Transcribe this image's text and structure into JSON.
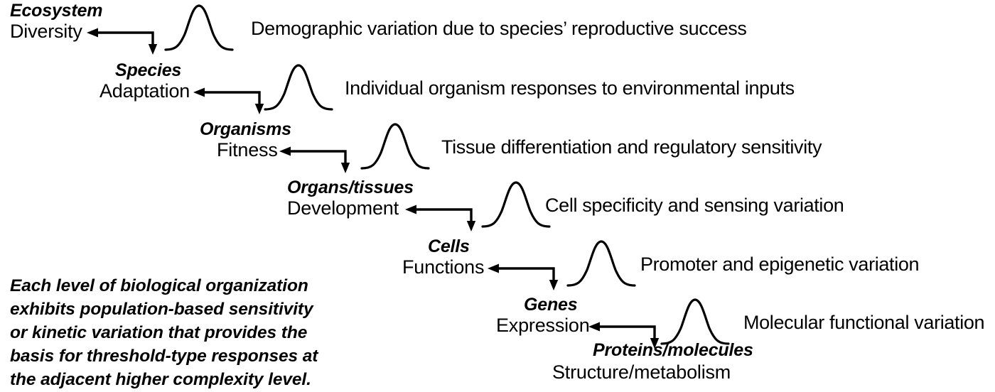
{
  "diagram": {
    "type": "cascade-hierarchy",
    "title": "Levels of biological organization and variation",
    "stroke_color": "#000000",
    "background_color": "#ffffff",
    "curve_icon_name": "bell-curve-icon",
    "arrow_icon_name": "elbow-arrow-icon"
  },
  "levels": [
    {
      "name": "Ecosystem",
      "attribute": "Diversity",
      "variation": "Demographic variation due to species’ reproductive success",
      "points_to": "Species"
    },
    {
      "name": "Species",
      "attribute": "Adaptation",
      "variation": "Individual organism responses to environmental inputs",
      "points_to": "Organisms"
    },
    {
      "name": "Organisms",
      "attribute": "Fitness",
      "variation": "Tissue differentiation and regulatory sensitivity",
      "points_to": "Organs/tissues"
    },
    {
      "name": "Organs/tissues",
      "attribute": "Development",
      "variation": "Cell specificity and sensing variation",
      "points_to": "Cells"
    },
    {
      "name": "Cells",
      "attribute": "Functions",
      "variation": "Promoter and epigenetic variation",
      "points_to": "Genes"
    },
    {
      "name": "Genes",
      "attribute": "Expression",
      "variation": "Molecular functional variation",
      "points_to": "Proteins/molecules"
    }
  ],
  "terminal_level": {
    "name": "Proteins/molecules",
    "attribute": "Structure/metabolism"
  },
  "caption": {
    "lines": [
      "Each level of biological organization",
      "exhibits population-based  sensitivity",
      "or kinetic variation that provides the",
      "basis for threshold-type  responses at",
      "the adjacent higher complexity level."
    ]
  }
}
